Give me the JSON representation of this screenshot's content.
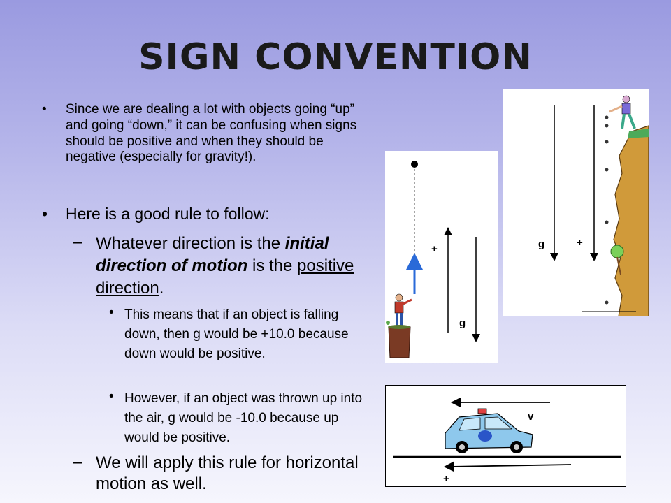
{
  "slide": {
    "title": "Sign Convention",
    "bullets": {
      "b1": "Since we are dealing a lot with objects going “up” and going “down,” it can be confusing when signs should be positive and when they should be negative (especially for gravity!).",
      "b2": "Here is a good rule to follow:",
      "b3_a": "Whatever direction is the ",
      "b3_b": "initial direction of motion",
      "b3_c": " is the ",
      "b3_d": "positive direction",
      "b3_e": ".",
      "b4": "This means that if an object is falling down, then g would be +10.0 because down would be positive.",
      "b5": "However, if an object was thrown up into the air, g would be -10.0 because up would be positive.",
      "b6": "We will apply this rule for horizontal motion as well."
    },
    "marks": {
      "dot": "•",
      "dash": "–"
    },
    "diagrams": {
      "thrown_up": {
        "plus": "+",
        "g": "g"
      },
      "cliff": {
        "g": "g",
        "plus": "+"
      },
      "car": {
        "v": "v",
        "plus": "+"
      }
    }
  }
}
